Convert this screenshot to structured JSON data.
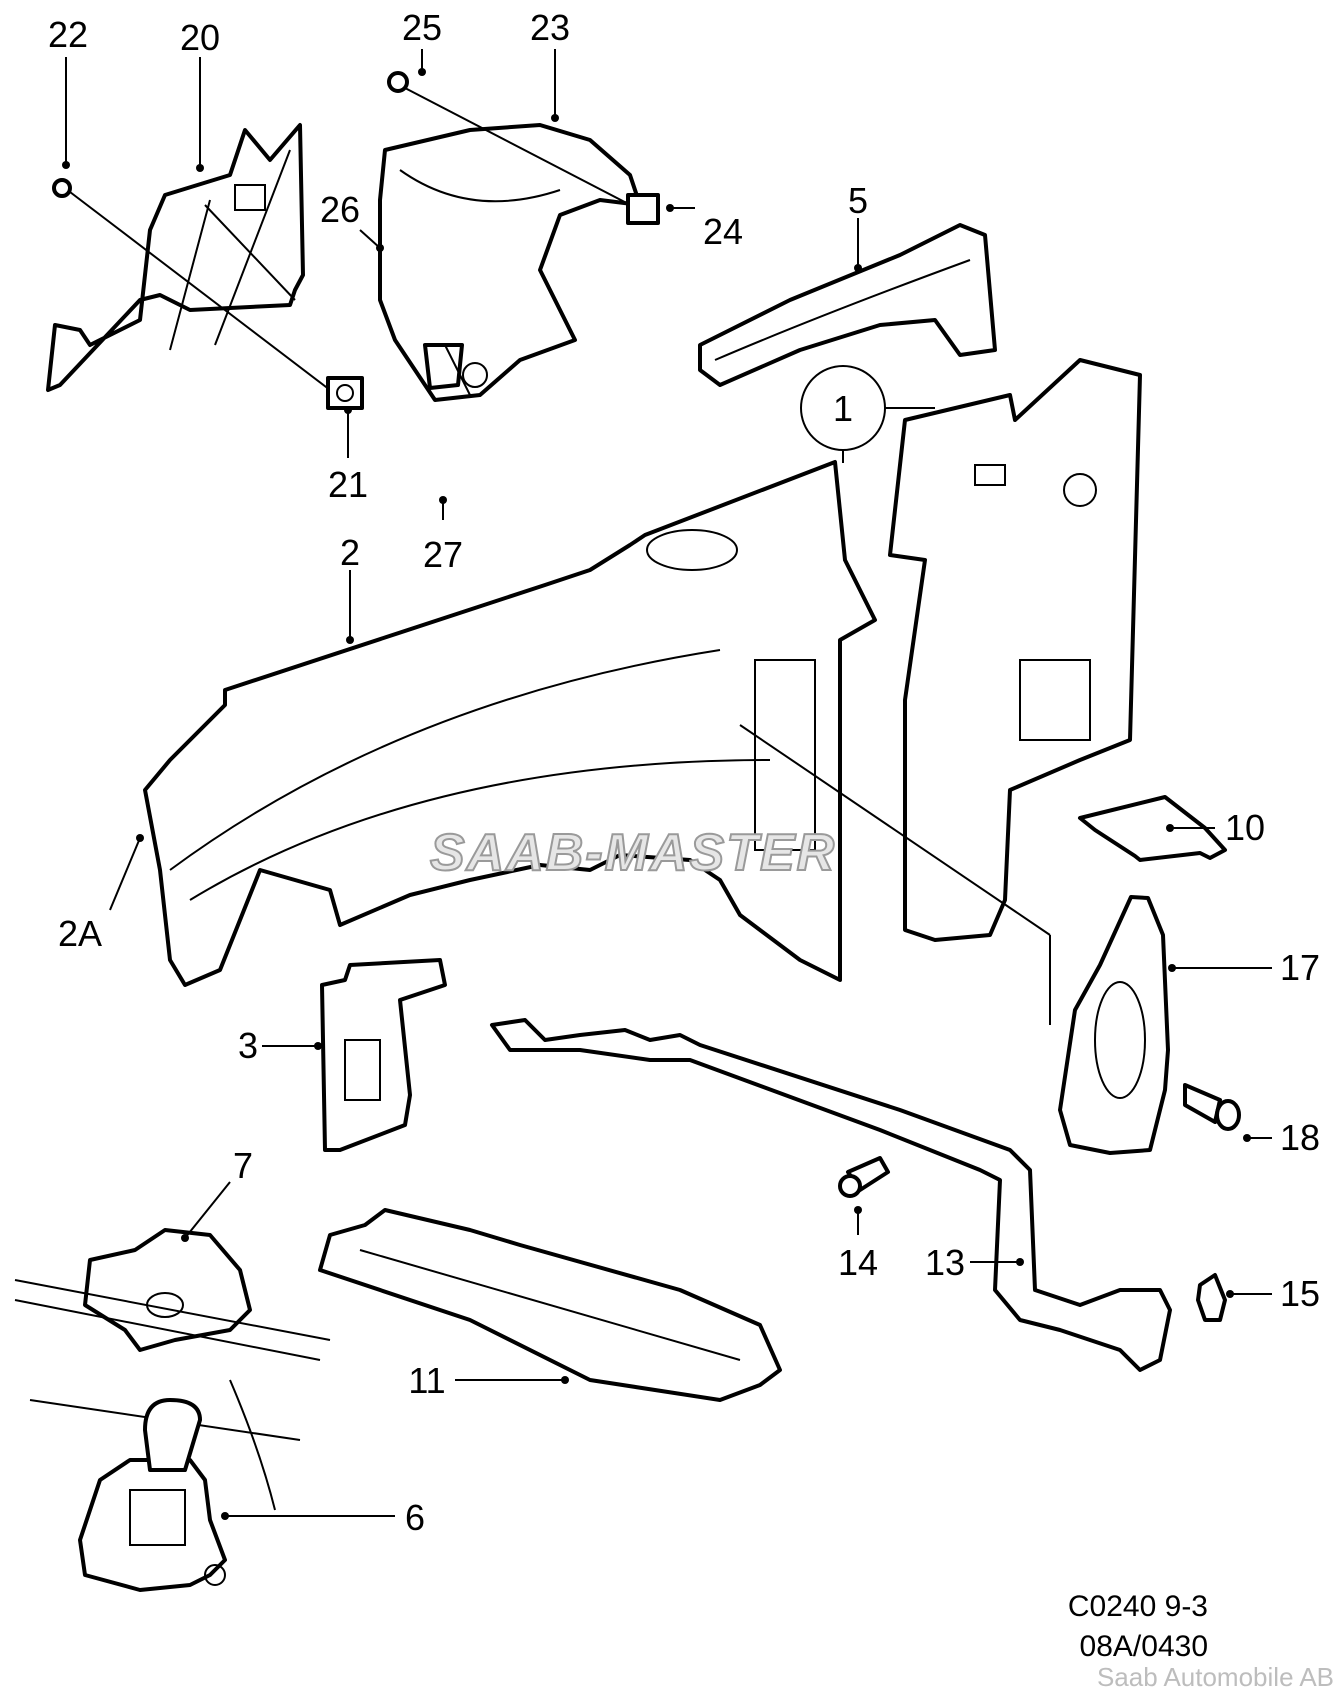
{
  "diagram": {
    "title_code": "C0240 9-3",
    "ref_code": "08A/0430",
    "copyright": "Saab Automobile AB",
    "watermark": "SAAB-MASTER",
    "callouts": [
      "1",
      "2",
      "2A",
      "3",
      "5",
      "6",
      "7",
      "10",
      "11",
      "13",
      "14",
      "15",
      "17",
      "18",
      "20",
      "21",
      "22",
      "23",
      "24",
      "25",
      "26",
      "27"
    ],
    "parts": [
      {
        "id": "1",
        "label": "1"
      },
      {
        "id": "2",
        "label": "2"
      },
      {
        "id": "2A",
        "label": "2A"
      },
      {
        "id": "3",
        "label": "3"
      },
      {
        "id": "5",
        "label": "5"
      },
      {
        "id": "6",
        "label": "6"
      },
      {
        "id": "7",
        "label": "7"
      },
      {
        "id": "10",
        "label": "10"
      },
      {
        "id": "11",
        "label": "11"
      },
      {
        "id": "13",
        "label": "13"
      },
      {
        "id": "14",
        "label": "14"
      },
      {
        "id": "15",
        "label": "15"
      },
      {
        "id": "17",
        "label": "17"
      },
      {
        "id": "18",
        "label": "18"
      },
      {
        "id": "20",
        "label": "20"
      },
      {
        "id": "21",
        "label": "21"
      },
      {
        "id": "22",
        "label": "22"
      },
      {
        "id": "23",
        "label": "23"
      },
      {
        "id": "24",
        "label": "24"
      },
      {
        "id": "25",
        "label": "25"
      },
      {
        "id": "26",
        "label": "26"
      },
      {
        "id": "27",
        "label": "27"
      }
    ]
  }
}
